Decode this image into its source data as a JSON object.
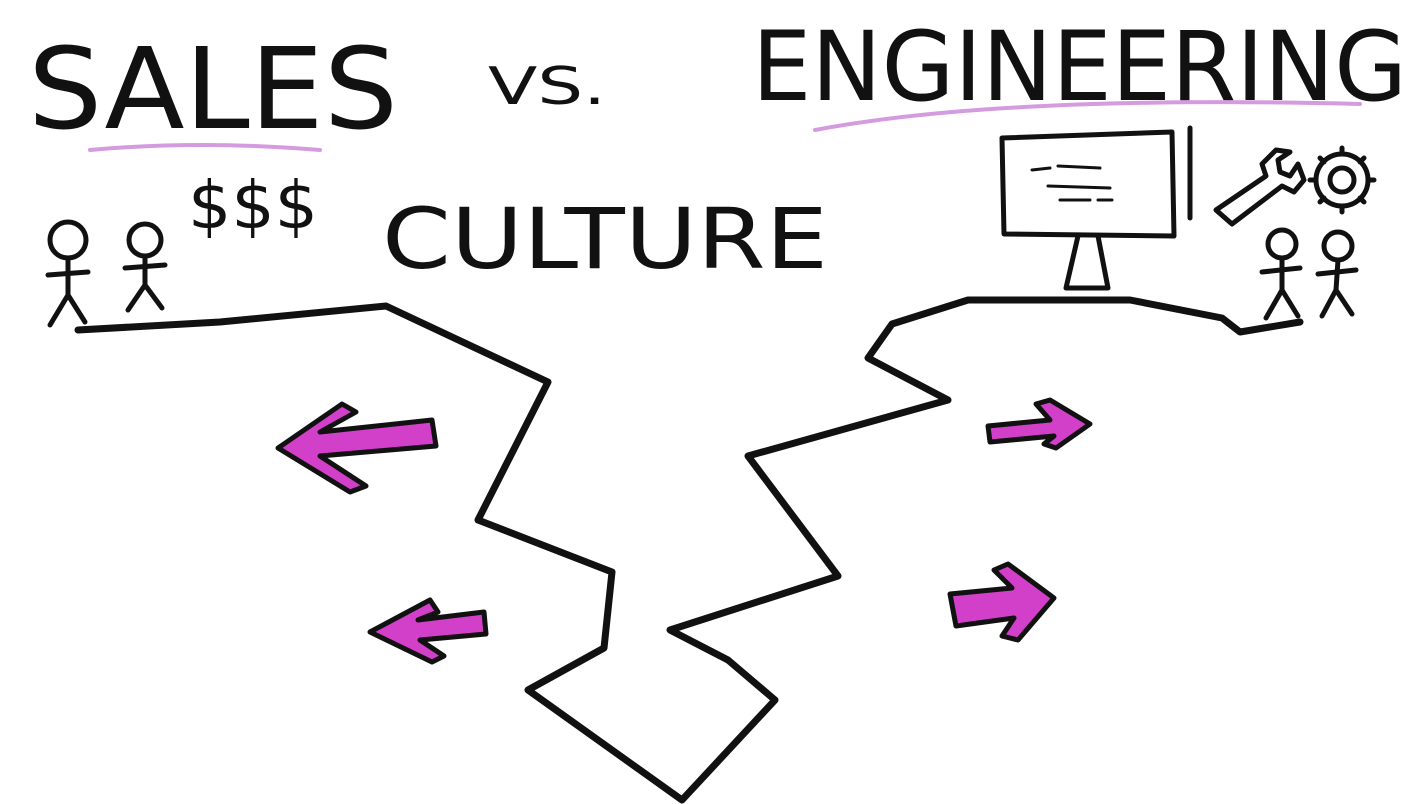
{
  "title_left": "SALES",
  "title_vs": "VS.",
  "title_right": "ENGINEERING",
  "money": "$$$",
  "subtitle": "CULTURE",
  "icons": {
    "left_people": "stick-figures-icon",
    "right_people": "stick-figures-icon",
    "presentation": "presentation-board-icon",
    "tools": "wrench-and-gear-icon",
    "divide": "crack-icon",
    "arrows_left": "arrow-left-icon",
    "arrows_right": "arrow-right-icon"
  },
  "colors": {
    "ink": "#111111",
    "accent": "#d23fc8",
    "underline": "#c77ad6"
  }
}
